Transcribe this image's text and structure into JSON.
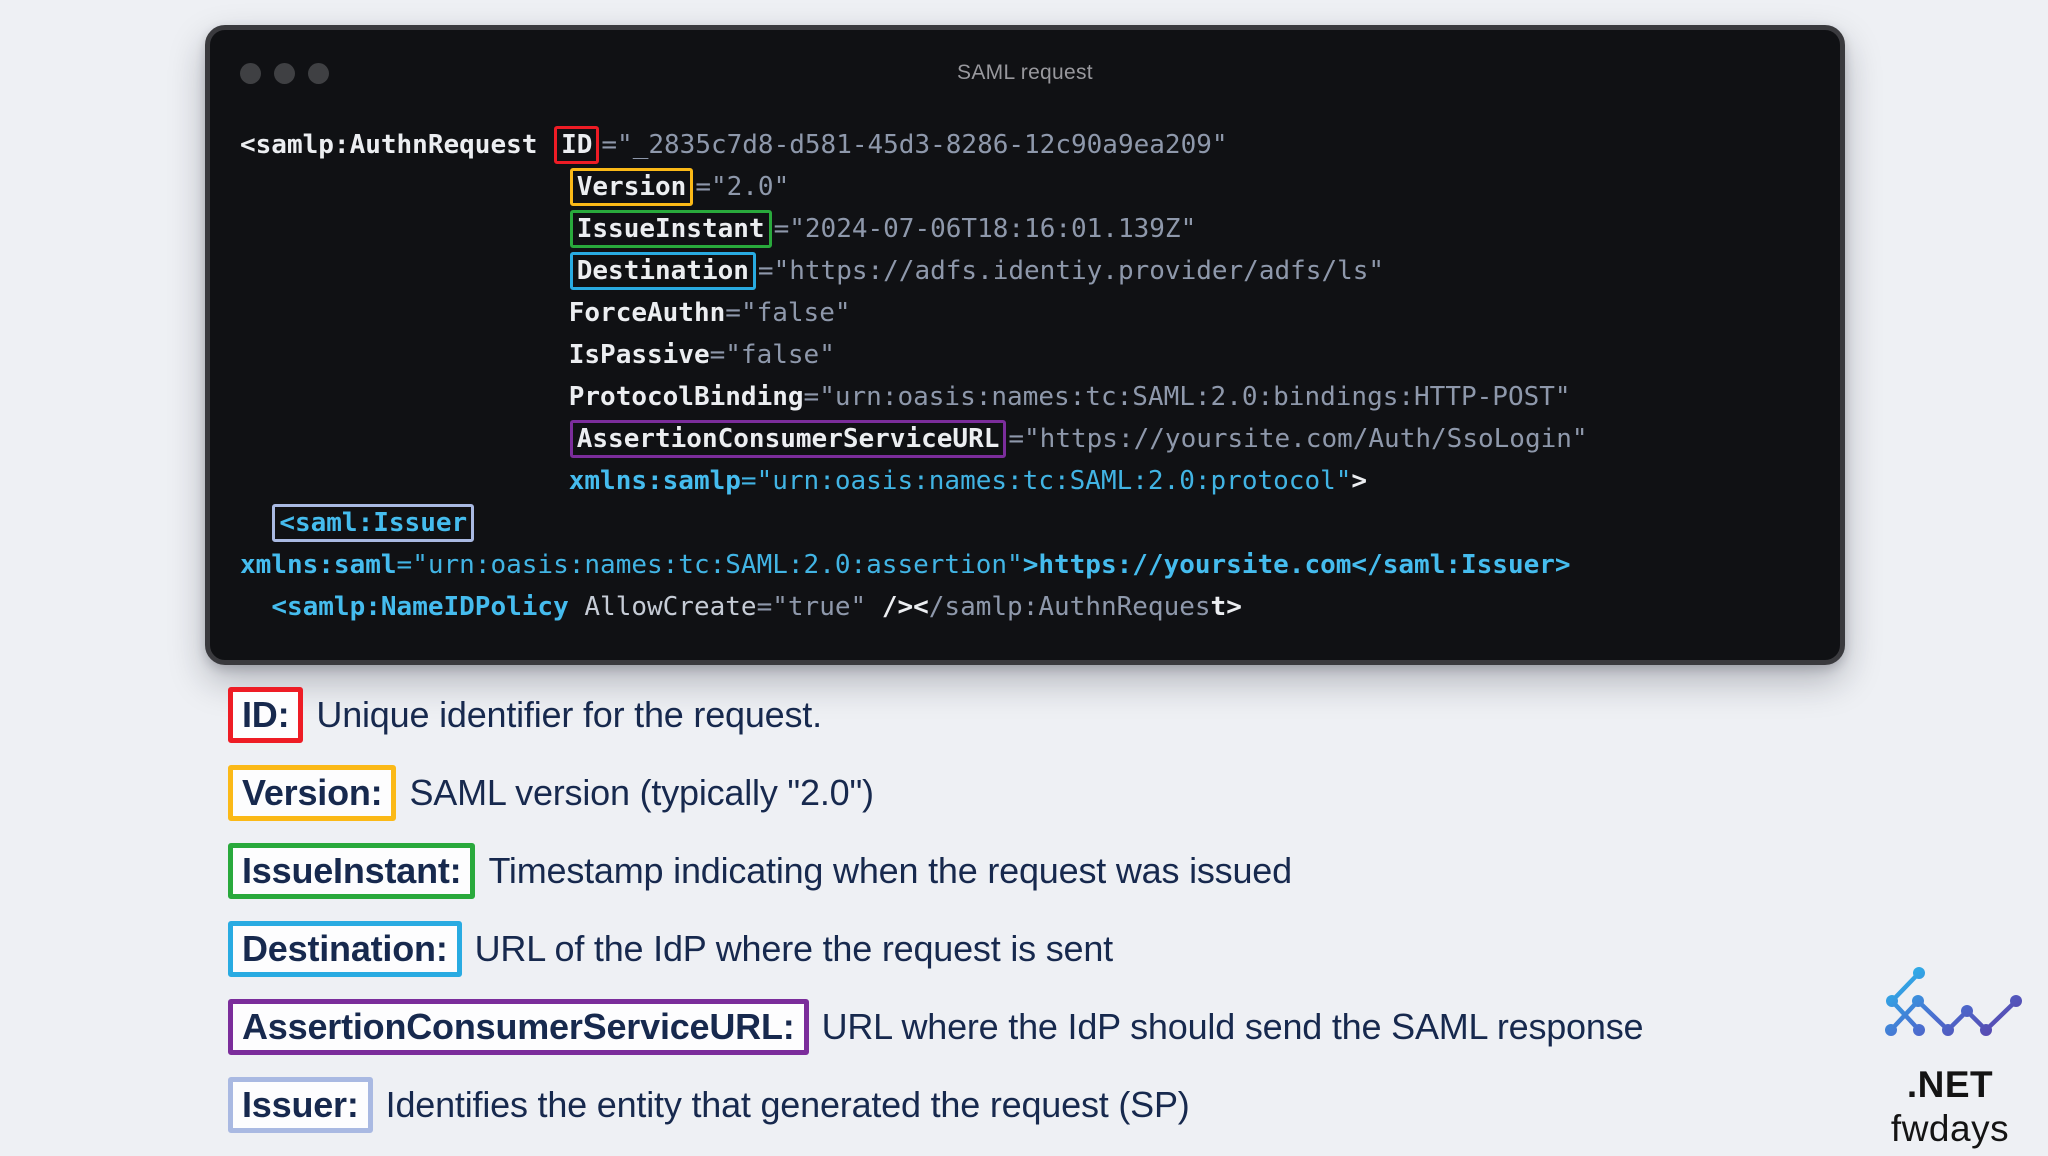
{
  "colors": {
    "red": "#ee1c25",
    "yellow": "#fbb917",
    "green": "#29a93c",
    "blue": "#29abe2",
    "purple": "#7b2d9b",
    "lavender": "#a9b9e2",
    "accent_cyan": "#41b4e4",
    "code_white": "#eceef1",
    "code_gray": "#8e98ab",
    "navy_text": "#17294e",
    "window_bg": "#101114",
    "page_bg": "#eef0f4"
  },
  "window": {
    "title": "SAML request",
    "code_lines": [
      [
        {
          "t": "<samlp:AuthnRequest ",
          "s": "w"
        },
        {
          "t": "ID",
          "s": "w",
          "box": "red"
        },
        {
          "t": "=",
          "s": "g"
        },
        {
          "t": "\"_2835c7d8-d581-45d3-8286-12c90a9ea209\"",
          "s": "g"
        }
      ],
      [
        {
          "t": "                     ",
          "s": "g"
        },
        {
          "t": "Version",
          "s": "w",
          "box": "yellow"
        },
        {
          "t": "=",
          "s": "g"
        },
        {
          "t": "\"2.0\"",
          "s": "g"
        }
      ],
      [
        {
          "t": "                     ",
          "s": "g"
        },
        {
          "t": "IssueInstant",
          "s": "w",
          "box": "green"
        },
        {
          "t": "=",
          "s": "g"
        },
        {
          "t": "\"2024-07-06T18:16:01.139Z\"",
          "s": "g"
        }
      ],
      [
        {
          "t": "                     ",
          "s": "g"
        },
        {
          "t": "Destination",
          "s": "w",
          "box": "blue"
        },
        {
          "t": "=",
          "s": "g"
        },
        {
          "t": "\"https://adfs.identiy.provider/adfs/ls\"",
          "s": "g"
        }
      ],
      [
        {
          "t": "                     ",
          "s": "g"
        },
        {
          "t": "ForceAuthn",
          "s": "w"
        },
        {
          "t": "=",
          "s": "g"
        },
        {
          "t": "\"false\"",
          "s": "g"
        }
      ],
      [
        {
          "t": "                     ",
          "s": "g"
        },
        {
          "t": "IsPassive",
          "s": "w"
        },
        {
          "t": "=",
          "s": "g"
        },
        {
          "t": "\"false\"",
          "s": "g"
        }
      ],
      [
        {
          "t": "                     ",
          "s": "g"
        },
        {
          "t": "ProtocolBinding",
          "s": "w"
        },
        {
          "t": "=",
          "s": "g"
        },
        {
          "t": "\"urn:oasis:names:tc:SAML:2.0:bindings:HTTP-POST\"",
          "s": "g"
        }
      ],
      [
        {
          "t": "                     ",
          "s": "g"
        },
        {
          "t": "AssertionConsumerServiceURL",
          "s": "w",
          "box": "purple"
        },
        {
          "t": "=",
          "s": "g"
        },
        {
          "t": "\"https://yoursite.com/Auth/SsoLogin\"",
          "s": "g"
        }
      ],
      [
        {
          "t": "                     ",
          "s": "g"
        },
        {
          "t": "xmlns:samlp",
          "s": "cb"
        },
        {
          "t": "=",
          "s": "c"
        },
        {
          "t": "\"urn:oasis:names:tc:SAML:2.0:protocol\"",
          "s": "c"
        },
        {
          "t": ">",
          "s": "w"
        }
      ],
      [
        {
          "t": "  ",
          "s": "g"
        },
        {
          "t": "<saml:Issuer",
          "s": "cb",
          "box": "lavender"
        }
      ],
      [
        {
          "t": "xmlns:saml",
          "s": "cb"
        },
        {
          "t": "=",
          "s": "c"
        },
        {
          "t": "\"urn:oasis:names:tc:SAML:2.0:assertion\"",
          "s": "c"
        },
        {
          "t": ">",
          "s": "cb"
        },
        {
          "t": "https://yoursite.com",
          "s": "cb"
        },
        {
          "t": "</saml:Issuer>",
          "s": "cb"
        }
      ],
      [
        {
          "t": "  ",
          "s": "g"
        },
        {
          "t": "<samlp:NameIDPolicy",
          "s": "cb"
        },
        {
          "t": " ",
          "s": "g"
        },
        {
          "t": "AllowCreate",
          "s": "lg"
        },
        {
          "t": "=",
          "s": "g"
        },
        {
          "t": "\"true\"",
          "s": "g"
        },
        {
          "t": " ",
          "s": "g"
        },
        {
          "t": "/>",
          "s": "w"
        },
        {
          "t": "<",
          "s": "w"
        },
        {
          "t": "/samlp:AuthnReques",
          "s": "g"
        },
        {
          "t": "t>",
          "s": "w"
        }
      ]
    ]
  },
  "legend": {
    "items": [
      {
        "key": "ID:",
        "color": "#ee1c25",
        "text": "Unique identifier for the request."
      },
      {
        "key": "Version:",
        "color": "#fbb917",
        "text": "SAML version (typically \"2.0\")"
      },
      {
        "key": "IssueInstant:",
        "color": "#29a93c",
        "text": "Timestamp indicating when the request was issued"
      },
      {
        "key": "Destination:",
        "color": "#29abe2",
        "text": "URL of the IdP where the request is sent"
      },
      {
        "key": "AssertionConsumerServiceURL:",
        "color": "#7b2d9b",
        "text": "URL where the IdP should send the SAML response"
      },
      {
        "key": "Issuer:",
        "color": "#a9b9e2",
        "text": "Identifies the entity that generated the request (SP)"
      }
    ]
  },
  "logo": {
    "line1": ".NET",
    "line2": "fwdays"
  }
}
